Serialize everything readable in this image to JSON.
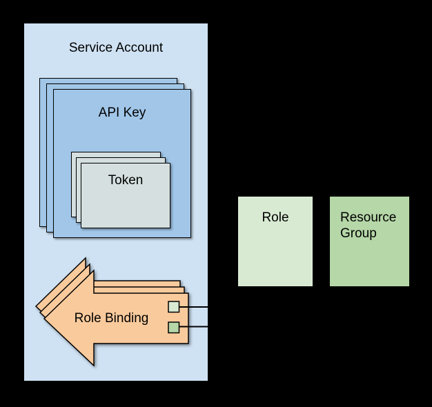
{
  "colors": {
    "canvas_bg": "#000000",
    "service_account_fill": "#cfe2f3",
    "api_key_fill": "#a1c6e8",
    "token_fill": "#d5dfe0",
    "role_binding_fill": "#f9ca9c",
    "role_fill": "#d9ead3",
    "resource_group_fill": "#b6d7a8",
    "role_ref_square_fill": "#d9ead3",
    "resource_group_ref_square_fill": "#b6d7a8",
    "shape_border": "#000000",
    "connector_line": "#000000",
    "label_text": "#000000"
  },
  "diagram": {
    "service_account": {
      "label": "Service Account"
    },
    "api_key": {
      "label": "API Key",
      "stack_count": 3
    },
    "token": {
      "label": "Token",
      "stack_count": 3
    },
    "role_binding": {
      "label": "Role Binding",
      "stack_count": 3,
      "connector_stub_count": 2
    },
    "role": {
      "label": "Role"
    },
    "resource_group": {
      "label": "Resource Group"
    }
  }
}
